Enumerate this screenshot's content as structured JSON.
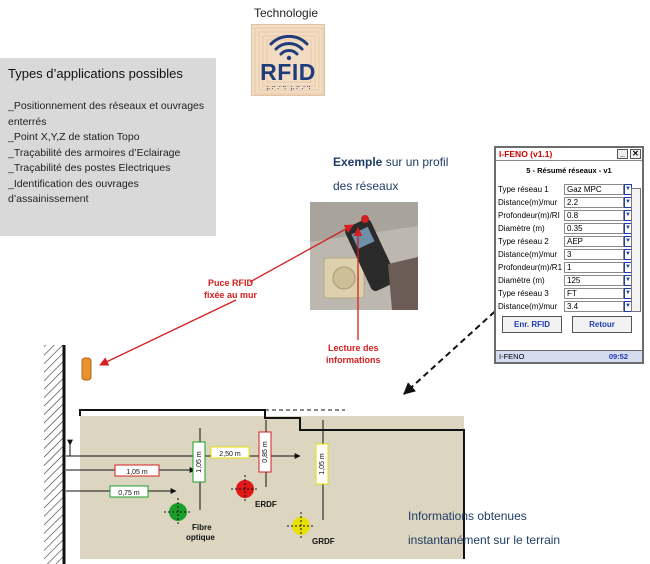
{
  "technologie": "Technologie",
  "rfid_logo": {
    "text": "RFID",
    "braille": "⠗⠋⠊⠙ ⠗⠋⠊⠙"
  },
  "types": {
    "title": "Types d’applications possibles",
    "lines": [
      "_Positionnement des réseaux et ouvrages",
      "enterrés",
      "_Point X,Y,Z de station Topo",
      "_Traçabilité des armoires d’Eclairage",
      "_Traçabilité des postes Electriques",
      "_Identification des ouvrages",
      "d’assainissement"
    ]
  },
  "exemple": {
    "bold": "Exemple",
    "rest": " sur  un profil",
    "line2": "des réseaux"
  },
  "labels": {
    "puce": [
      "Puce RFID",
      "fixée au mur"
    ],
    "lecture": [
      "Lecture des",
      "informations"
    ]
  },
  "device": {
    "title": "I-FENO (v1.1)",
    "minimize": "_",
    "close": "✕",
    "subtitle": "5 - Résumé réseaux - v1",
    "rows": [
      {
        "label": "Type réseau 1",
        "value": "Gaz MPC"
      },
      {
        "label": "Distance(m)/mur",
        "value": "2.2"
      },
      {
        "label": "Profondeur(m)/RI",
        "value": "0.8"
      },
      {
        "label": "Diamètre (m)",
        "value": "0.35"
      },
      {
        "label": "Type réseau 2",
        "value": "AEP"
      },
      {
        "label": "Distance(m)/mur",
        "value": "3"
      },
      {
        "label": "Profondeur(m)/R1",
        "value": "1"
      },
      {
        "label": "Diamètre (m)",
        "value": "125"
      },
      {
        "label": "Type réseau 3",
        "value": "FT"
      },
      {
        "label": "Distance(m)/mur",
        "value": "3.4"
      }
    ],
    "btn_enr": "Enr. RFID",
    "btn_retour": "Retour",
    "taskbar": "I-FENO",
    "time": "09:52"
  },
  "diagram": {
    "d105": "1,05 m",
    "d075": "0,75 m",
    "d250": "2,50 m",
    "v105a": "1,05 m",
    "v085": "0,85 m",
    "v105b": "1,05 m",
    "fibre": [
      "Fibre",
      "optique"
    ],
    "erdf": "ERDF",
    "grdf": "GRDF",
    "colors": {
      "ground": "#dcd5c0",
      "fibre": "#1aa02a",
      "erdf": "#e01818",
      "grdf": "#e6e000"
    }
  },
  "info": {
    "line1": "Informations obtenues",
    "line2": "instantanément sur le terrain"
  }
}
